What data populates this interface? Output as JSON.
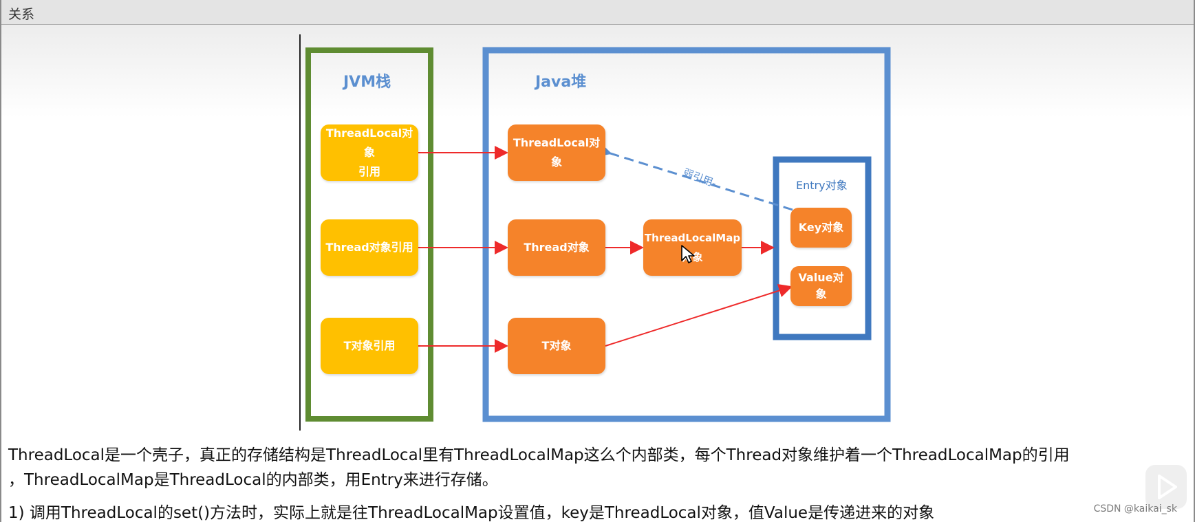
{
  "window": {
    "title": "关系"
  },
  "diagram": {
    "jvm_stack_label": "JVM栈",
    "java_heap_label": "Java堆",
    "entry_label": "Entry对象",
    "weak_ref_label": "弱引用-",
    "colors": {
      "jvm_border": "#5f8c32",
      "heap_border": "#5b8fd0",
      "entry_border": "#3f78bf",
      "yellow_node": "#ffc000",
      "orange_node": "#f5832a",
      "arrow_red": "#ee2a2a",
      "weak_arrow": "#5b8fd0"
    },
    "stack_nodes": [
      {
        "line1": "ThreadLocal对象",
        "line2": "引用"
      },
      {
        "line1": "Thread对象引用",
        "line2": ""
      },
      {
        "line1": "T对象引用",
        "line2": ""
      }
    ],
    "heap_nodes": {
      "threadlocal": "ThreadLocal对象",
      "thread": "Thread对象",
      "threadlocalmap_line1": "ThreadLocalMap",
      "threadlocalmap_line2": "对象",
      "t": "T对象",
      "key_line1": "Key对象",
      "value_line1": "Value对",
      "value_line2": "象"
    },
    "cursor_icon": "mouse-pointer-icon"
  },
  "text": {
    "para1_line1": "ThreadLocal是一个壳子，真正的存储结构是ThreadLocal里有ThreadLocalMap这么个内部类，每个Thread对象维护着一个ThreadLocalMap的引用",
    "para1_line2": "，ThreadLocalMap是ThreadLocal的内部类，用Entry来进行存储。",
    "para2": "1) 调用ThreadLocal的set()方法时，实际上就是往ThreadLocalMap设置值，key是ThreadLocal对象，值Value是传递进来的对象"
  },
  "watermark": "CSDN @kaikai_sk",
  "overlay": {
    "play_icon": "play-icon"
  }
}
